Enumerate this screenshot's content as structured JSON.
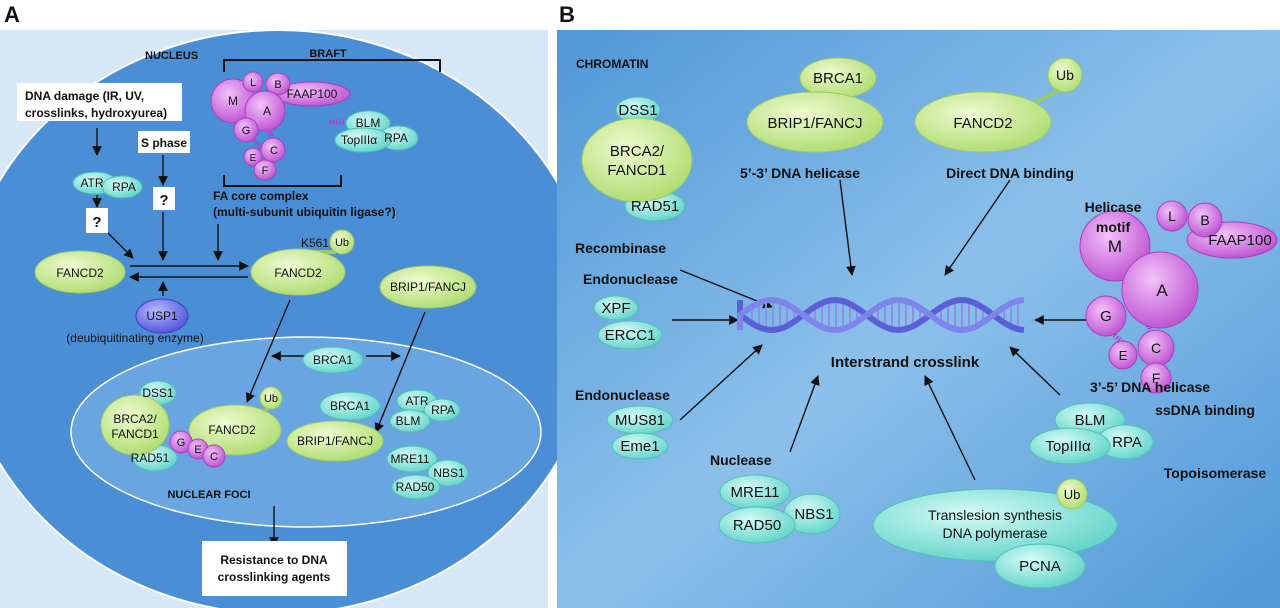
{
  "colors": {
    "green": "#cfee9a",
    "teal": "#8ee6dc",
    "magenta": "#d77ae6",
    "purple": "#6d6fe8",
    "nucleus": "#4a8fd6",
    "panel_a_bg": "#d6e8f8",
    "panel_b_bg": "#5fa3dc"
  },
  "panel_a": {
    "label": "A",
    "nucleus": "NUCLEUS",
    "braft": "BRAFT",
    "dna_damage": [
      "DNA damage (IR, UV,",
      "crosslinks, hydroxyurea)"
    ],
    "s_phase": "S phase",
    "question": "?",
    "fa_core": [
      "FA core complex",
      "(multi-subunit ubiquitin ligase?)"
    ],
    "k561": "K561",
    "usp1_note": "(deubiquitinating enzyme)",
    "nuclear_foci": "NUCLEAR FOCI",
    "resistance": [
      "Resistance to DNA",
      "crosslinking agents"
    ],
    "proteins": {
      "atr": "ATR",
      "rpa": "RPA",
      "fancd2": "FANCD2",
      "ub": "Ub",
      "usp1": "USP1",
      "brip1": "BRIP1/FANCJ",
      "m": "M",
      "l": "L",
      "b": "B",
      "a": "A",
      "faap100": "FAAP100",
      "g": "G",
      "c": "C",
      "e": "E",
      "f": "F",
      "blm": "BLM",
      "top3a": "TopIIIα",
      "brca1": "BRCA1",
      "dss1": "DSS1",
      "brca2": [
        "BRCA2/",
        "FANCD1"
      ],
      "rad51": "RAD51",
      "mre11": "MRE11",
      "nbs1": "NBS1",
      "rad50": "RAD50"
    }
  },
  "panel_b": {
    "label": "B",
    "chromatin": "CHROMATIN",
    "functions": {
      "recombinase": "Recombinase",
      "endonuclease": "Endonuclease",
      "nuclease": "Nuclease",
      "helicase_53": "5’-3’ DNA helicase",
      "direct_binding": "Direct DNA binding",
      "helicase_motif": [
        "Helicase",
        "motif"
      ],
      "helicase_35": "3’-5’ DNA helicase",
      "ssdna_binding": "ssDNA binding",
      "topoisomerase": "Topoisomerase",
      "translesion": [
        "Translesion synthesis",
        "DNA polymerase"
      ]
    },
    "interstrand": "Interstrand crosslink",
    "proteins": {
      "dss1": "DSS1",
      "brca2": [
        "BRCA2/",
        "FANCD1"
      ],
      "rad51": "RAD51",
      "xpf": "XPF",
      "ercc1": "ERCC1",
      "mus81": "MUS81",
      "eme1": "Eme1",
      "mre11": "MRE11",
      "nbs1": "NBS1",
      "rad50": "RAD50",
      "brca1": "BRCA1",
      "brip1": "BRIP1/FANCJ",
      "fancd2": "FANCD2",
      "ub": "Ub",
      "m": "M",
      "l": "L",
      "b": "B",
      "a": "A",
      "faap100": "FAAP100",
      "g": "G",
      "c": "C",
      "e": "E",
      "f": "F",
      "blm": "BLM",
      "top3a": "TopIIIα",
      "rpa": "RPA",
      "pcna": "PCNA"
    }
  }
}
